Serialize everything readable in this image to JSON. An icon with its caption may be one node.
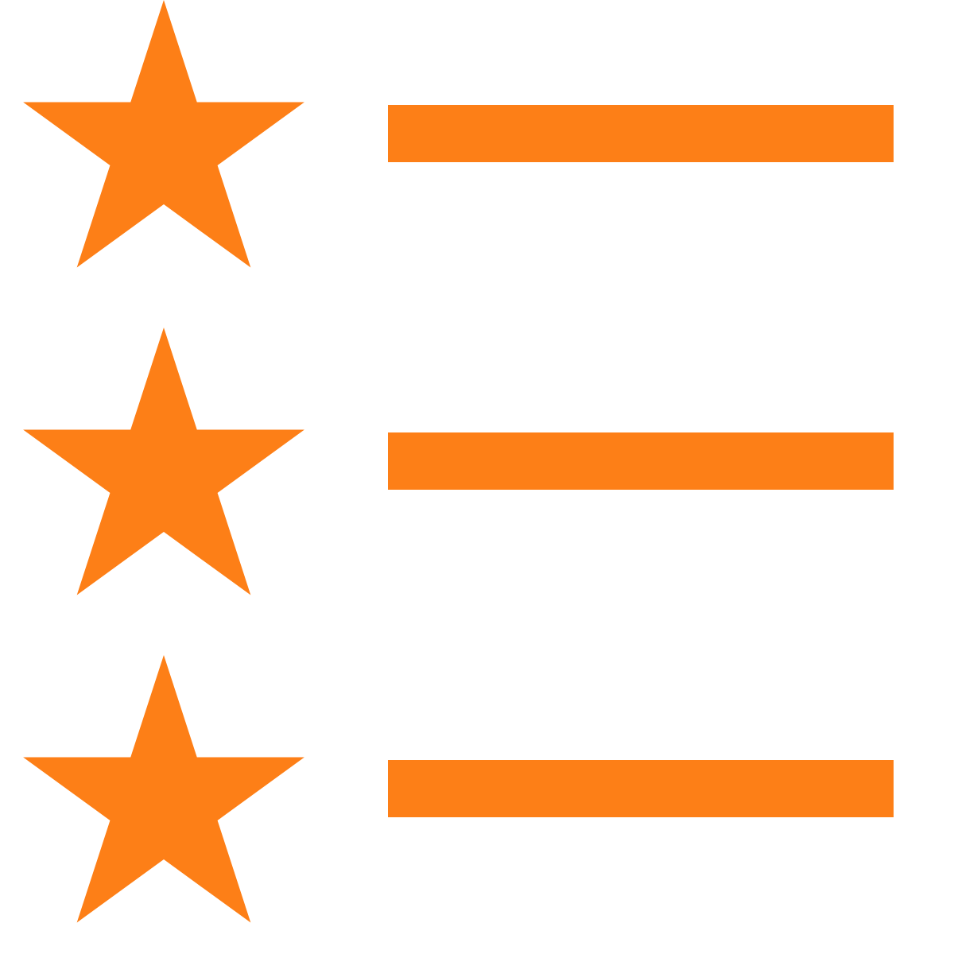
{
  "diagram": {
    "nodes": [
      {
        "text": [],
        "shape": "star"
      },
      {
        "text": [],
        "shape": "bar"
      },
      {
        "text": [],
        "shape": "star"
      },
      {
        "text": [],
        "shape": "bar"
      },
      {
        "text": [],
        "shape": "star"
      },
      {
        "text": [],
        "shape": "bar"
      }
    ]
  }
}
